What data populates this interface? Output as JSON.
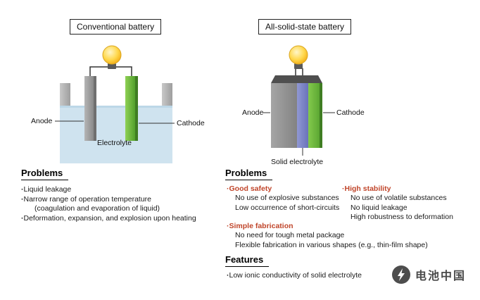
{
  "left": {
    "title": "Conventional battery",
    "labels": {
      "anode": "Anode",
      "cathode": "Cathode",
      "electrolyte": "Electrolyte"
    },
    "problems": {
      "heading": "Problems",
      "items": [
        "Liquid leakage",
        "Narrow range of operation temperature",
        "(coagulation and evaporation of liquid)",
        "Deformation, expansion, and explosion upon heating"
      ]
    }
  },
  "right": {
    "title": "All-solid-state battery",
    "labels": {
      "anode": "Anode",
      "cathode": "Cathode",
      "solid_electrolyte": "Solid electrolyte"
    },
    "problems": {
      "heading": "Problems",
      "good_safety": {
        "title": "Good safety",
        "items": [
          "No use of explosive substances",
          "Low occurrence of short-circuits"
        ]
      },
      "high_stability": {
        "title": "High stability",
        "items": [
          "No use of volatile substances",
          "No liquid leakage",
          "High robustness to deformation"
        ]
      },
      "simple_fabrication": {
        "title": "Simple fabrication",
        "items": [
          "No need for tough metal package",
          "Flexible fabrication in various shapes (e.g., thin-film shape)"
        ]
      }
    },
    "features": {
      "heading": "Features",
      "items": [
        "Low ionic conductivity of solid electrolyte"
      ]
    }
  },
  "watermark": {
    "text": "电池中国"
  },
  "colors": {
    "anode_gray": "#8f8f8f",
    "cathode_green": "#6db33f",
    "electrolyte_liquid_blue": "#cfe3ef",
    "solid_electrolyte_purple": "#7e86c8",
    "highlight_orange": "#c0452a",
    "bulb_yellow": "#ffd84d"
  }
}
